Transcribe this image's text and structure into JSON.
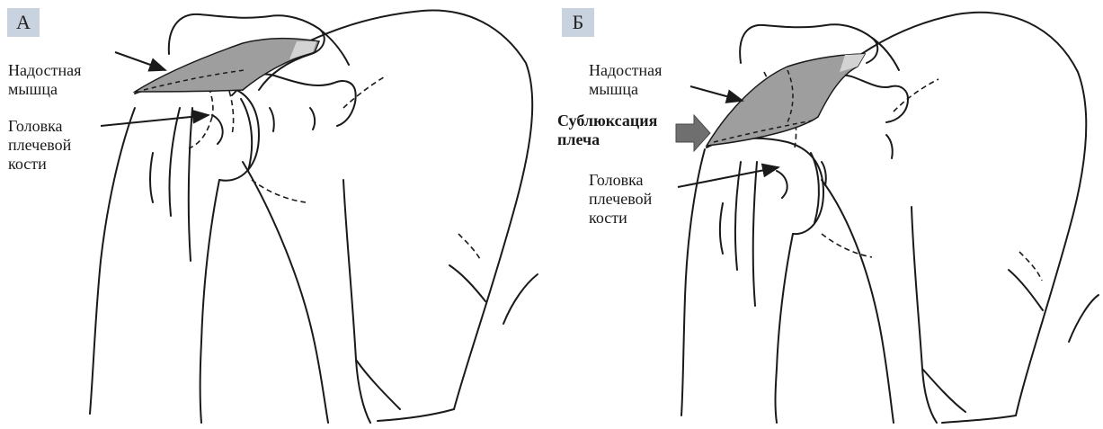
{
  "figure": {
    "panels": [
      {
        "letter": "А",
        "labels": {
          "supraspinatus": [
            "Надостная",
            "мышца"
          ],
          "humeral_head": [
            "Головка",
            "плечевой",
            "кости"
          ]
        }
      },
      {
        "letter": "Б",
        "labels": {
          "supraspinatus": [
            "Надостная",
            "мышца"
          ],
          "subluxation": [
            "Сублюксация",
            "плеча"
          ],
          "humeral_head": [
            "Головка",
            "плечевой",
            "кости"
          ]
        }
      }
    ]
  },
  "colors": {
    "badge": "#c9d3df",
    "muscle_fill": "#9e9e9e",
    "muscle_highlight": "#d3d3d3",
    "subluxation_arrow": "#6f6f6f",
    "ink": "#1a1a1a"
  }
}
